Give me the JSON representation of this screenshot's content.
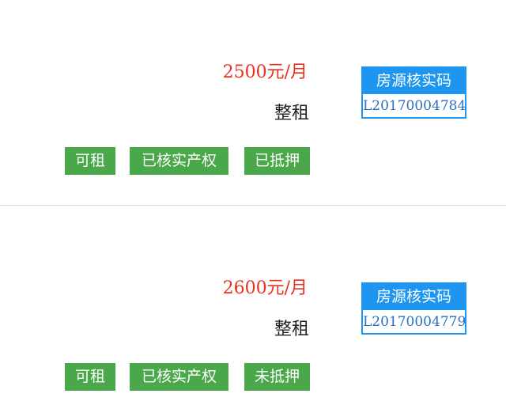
{
  "listings": [
    {
      "price": "2500元/月",
      "rent_type": "整租",
      "verify_label": "房源核实码",
      "verify_code": "L20170004784",
      "tags": [
        "可租",
        "已核实产权",
        "已抵押"
      ]
    },
    {
      "price": "2600元/月",
      "rent_type": "整租",
      "verify_label": "房源核实码",
      "verify_code": "L20170004779",
      "tags": [
        "可租",
        "已核实产权",
        "未抵押"
      ]
    }
  ],
  "colors": {
    "price": "#e8301c",
    "verify_blue": "#1e95f0",
    "verify_code_text": "#2a6fc0",
    "tag_green": "#4aa84a",
    "divider": "#dcdcdc"
  }
}
